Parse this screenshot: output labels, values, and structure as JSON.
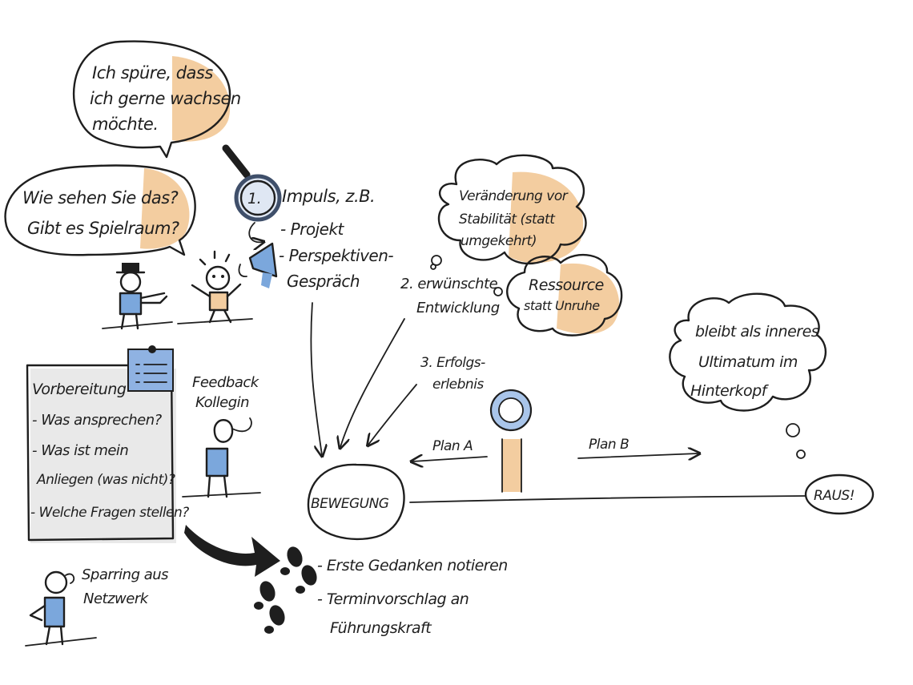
{
  "bubbles": {
    "speech_top": [
      "Ich spüre, dass",
      "ich gerne wachsen",
      "möchte."
    ],
    "speech_left": [
      "Wie sehen Sie das?",
      "Gibt es Spielraum?"
    ],
    "cloud_change": [
      "Veränderung vor",
      "Stabilität (statt",
      "umgekehrt)"
    ],
    "cloud_resource": [
      "Ressource",
      "statt Unruhe"
    ],
    "thought_right": [
      "bleibt als inneres",
      "Ultimatum im",
      "Hinterkopf"
    ]
  },
  "impulse": {
    "number": "1.",
    "title": "Impuls, z.B.",
    "item1": "- Projekt",
    "item2": "- Perspektiven-",
    "item2b": "Gespräch"
  },
  "development": [
    "2. erwünschte",
    "Entwicklung"
  ],
  "success": [
    "3. Erfolgs-",
    "erlebnis"
  ],
  "plans": {
    "a": "Plan A",
    "b": "Plan B"
  },
  "movement": "BEWEGUNG",
  "raus": "RAUS!",
  "preparation": {
    "title": "Vorbereitung",
    "items": [
      "- Was ansprechen?",
      "- Was ist mein",
      "Anliegen (was nicht)?",
      "- Welche Fragen stellen?"
    ]
  },
  "feedback": [
    "Feedback",
    "Kollegin"
  ],
  "sparring": [
    "Sparring aus",
    "Netzwerk"
  ],
  "steps": {
    "step1": "- Erste Gedanken notieren",
    "step2": "- Terminvorschlag an",
    "step2b": "Führungskraft"
  },
  "colors": {
    "ink": "#1e1e1e",
    "orange": "#f1c48f",
    "blue": "#7ba7dc"
  }
}
